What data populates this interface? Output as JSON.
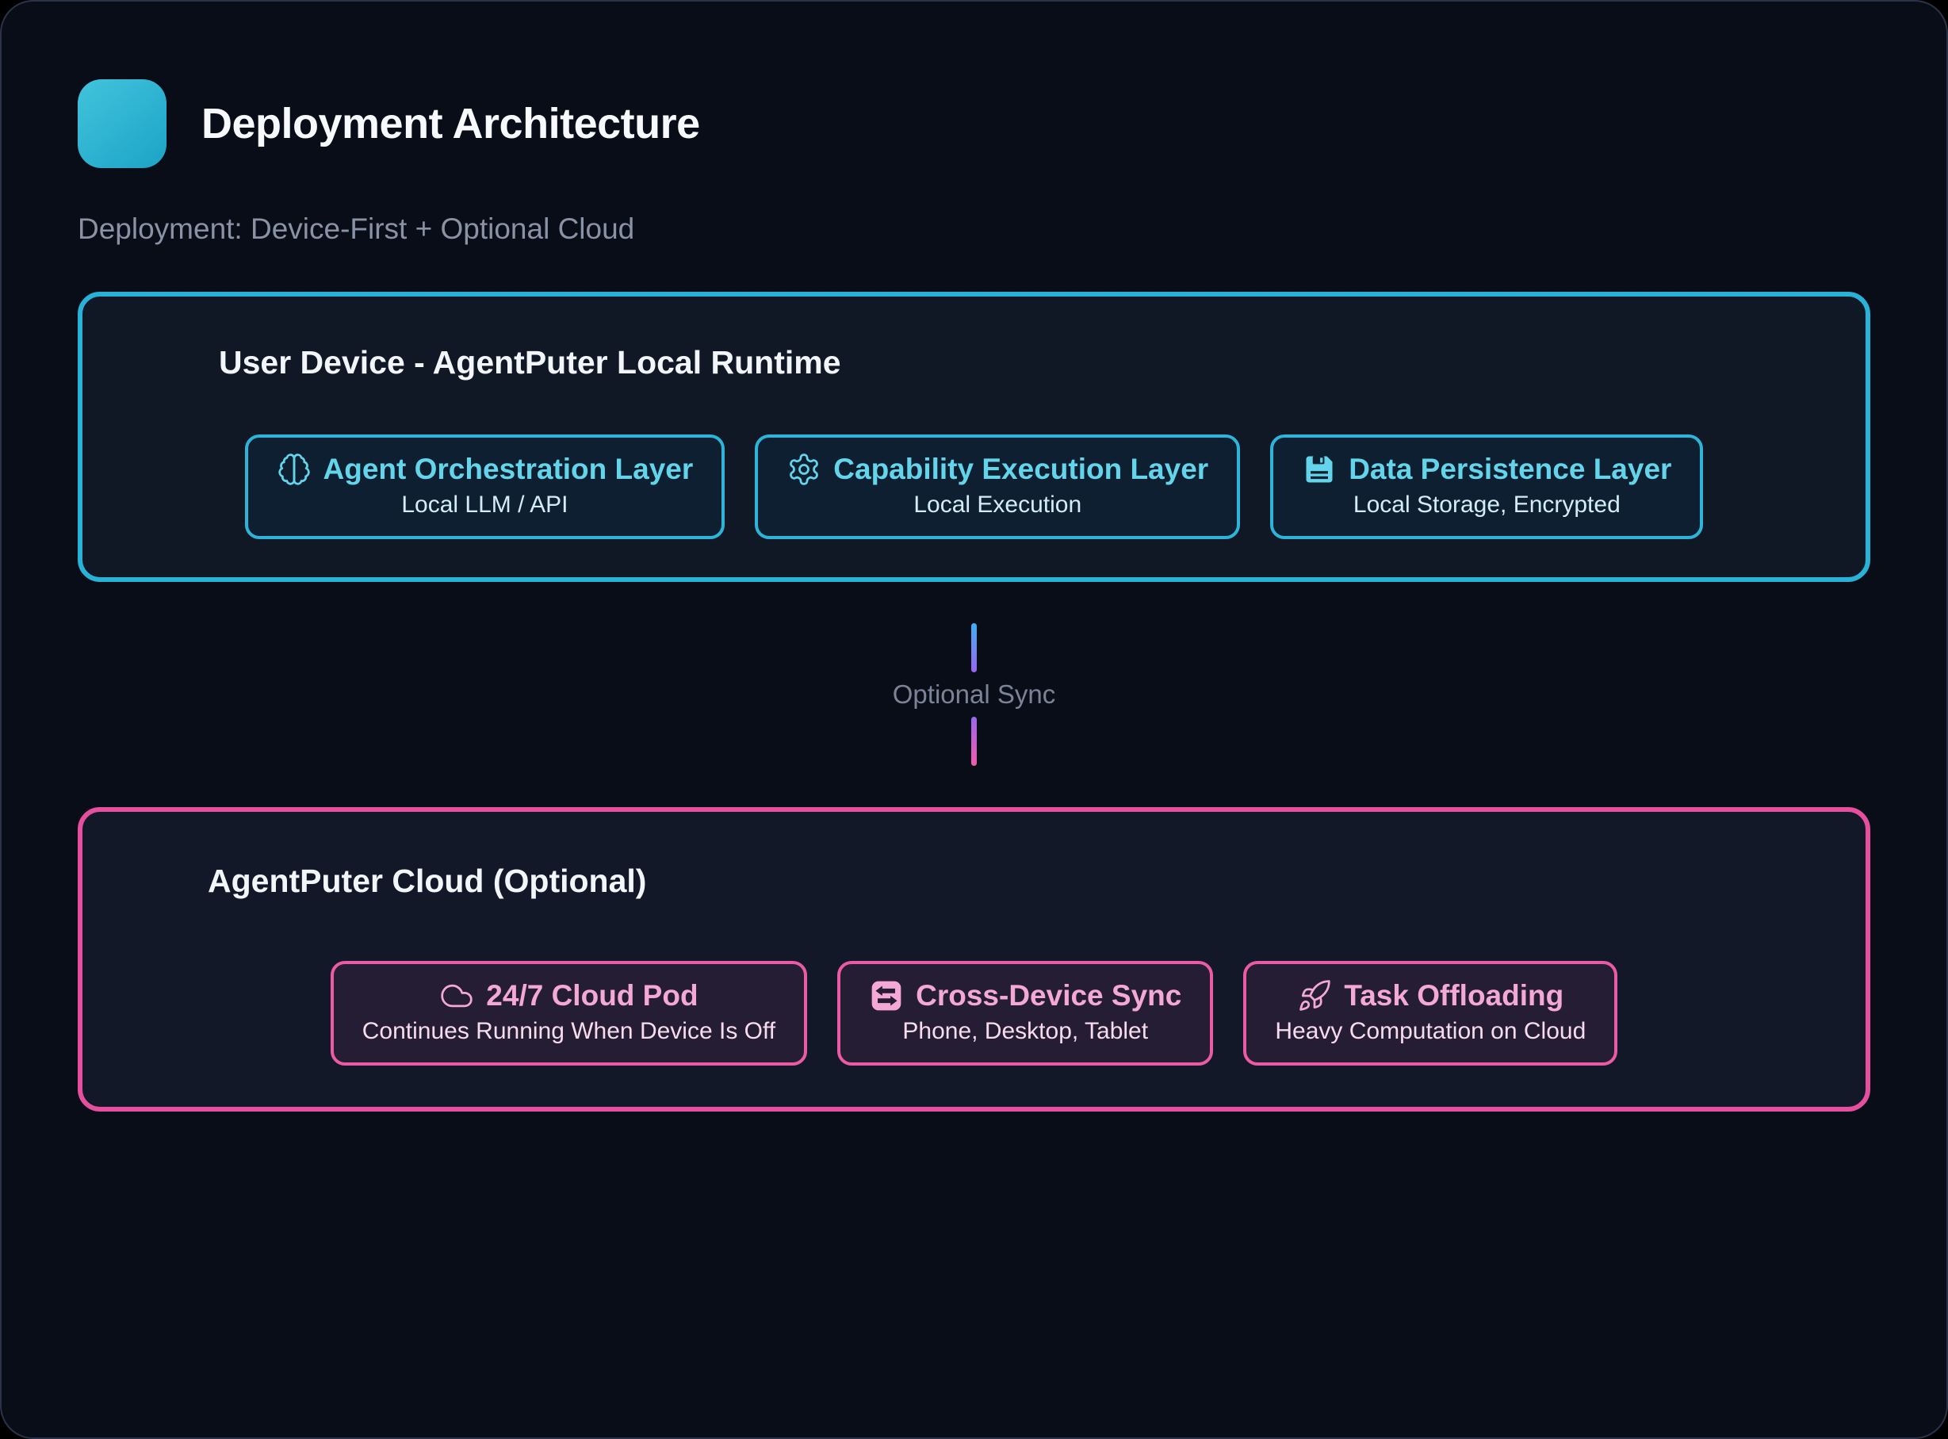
{
  "page": {
    "title": "Deployment Architecture",
    "subtitle": "Deployment: Device-First + Optional Cloud"
  },
  "colors": {
    "page_background": "#080d18",
    "device_accent_cyan": "#29b2d8",
    "cyan_text": "#63d4e9",
    "cloud_accent_pink": "#e64f9e",
    "pink_text": "#f3a9d4",
    "logo_cyan": "#2fb7d1",
    "connector_gradient": [
      "#3fb0f2",
      "#9a67f0",
      "#f05da9"
    ]
  },
  "device_box": {
    "title": "User Device - AgentPuter Local Runtime",
    "cards": [
      {
        "icon": "brain-icon",
        "title": "Agent Orchestration Layer",
        "subtitle": "Local LLM / API"
      },
      {
        "icon": "gear-icon",
        "title": "Capability Execution Layer",
        "subtitle": "Local Execution"
      },
      {
        "icon": "floppy-disk-icon",
        "title": "Data Persistence Layer",
        "subtitle": "Local Storage, Encrypted"
      }
    ]
  },
  "connector": {
    "label": "Optional Sync"
  },
  "cloud_box": {
    "title": "AgentPuter Cloud (Optional)",
    "cards": [
      {
        "icon": "cloud-icon",
        "title": "24/7 Cloud Pod",
        "subtitle": "Continues Running When Device Is Off"
      },
      {
        "icon": "sync-arrows-icon",
        "title": "Cross-Device Sync",
        "subtitle": "Phone, Desktop, Tablet"
      },
      {
        "icon": "rocket-icon",
        "title": "Task Offloading",
        "subtitle": "Heavy Computation on Cloud"
      }
    ]
  }
}
